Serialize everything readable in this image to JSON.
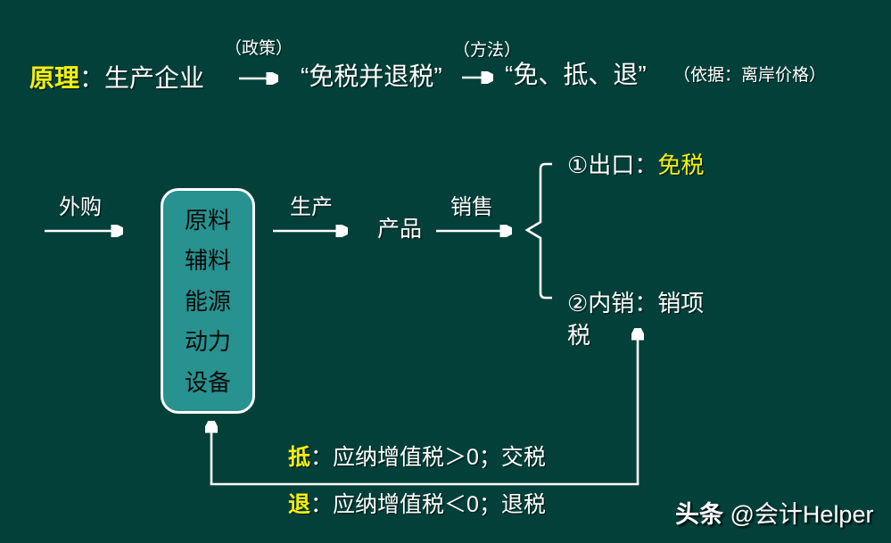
{
  "colors": {
    "background": "#04403a",
    "box_fill": "#27928f",
    "box_border": "#ffffff",
    "highlight_yellow": "#f3ef0c",
    "text_white": "#ffffff",
    "box_text_black": "#0b0b0b"
  },
  "header": {
    "principle": "原理",
    "colon": "：",
    "subject": "生产企业",
    "policy_note": "（政策）",
    "policy": "“免税并退税”",
    "method_note": "（方法）",
    "method": "“免、抵、退”",
    "basis": "（依据：离岸价格）"
  },
  "flow": {
    "purchase": "外购",
    "inputs": [
      "原料",
      "辅料",
      "能源",
      "动力",
      "设备"
    ],
    "produce": "生产",
    "product": "产品",
    "sell": "销售",
    "export_prefix": "①出口：",
    "export_highlight": "免税",
    "domestic": {
      "line1": "②内销：销项",
      "line2": "税"
    }
  },
  "rules": {
    "offset_label": "抵",
    "offset_text": "：应纳增值税＞0；交税",
    "refund_label": "退",
    "refund_text": "：应纳增值税＜0；退税"
  },
  "watermark": {
    "brand": "头条",
    "handle": "@会计Helper"
  }
}
